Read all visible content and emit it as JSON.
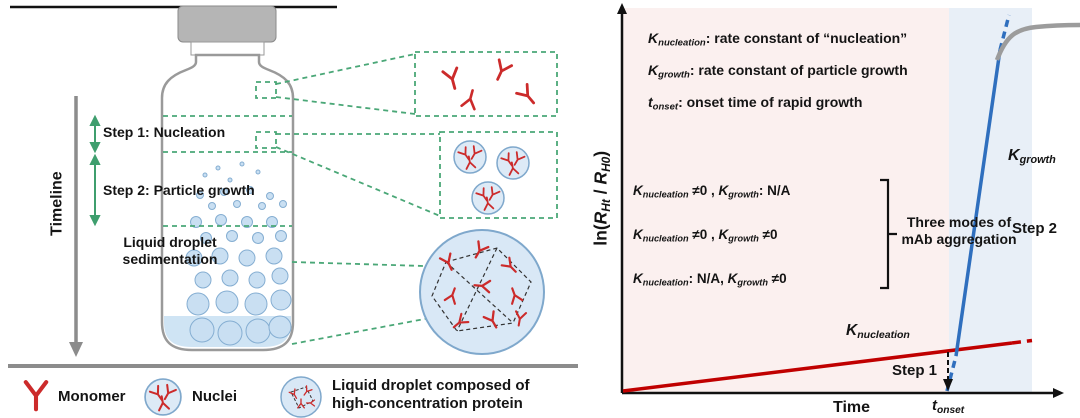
{
  "left": {
    "timeline_label": "Timeline",
    "step1_label": "Step 1: Nucleation",
    "step2_label": "Step 2: Particle growth",
    "sediment_line1": "Liquid droplet",
    "sediment_line2": "sedimentation",
    "legend": {
      "monomer_label": "Monomer",
      "nuclei_label": "Nuclei",
      "droplet_line1": "Liquid droplet composed of",
      "droplet_line2": "high-concentration protein"
    },
    "icons": {
      "monomer": "red-y-monomer-icon",
      "nuclei": "nucleus-cluster-icon",
      "droplet": "protein-droplet-icon"
    }
  },
  "chart": {
    "ylabel": {
      "prefix": "ln(",
      "r1": "R",
      "r1sub": "Ht",
      "sep": " / ",
      "r2": "R",
      "r2sub": "H0",
      "suffix": ")"
    },
    "xlabel": "Time",
    "defs": [
      {
        "sym": "K",
        "sub": "nucleation",
        "rest": ": rate constant of “nucleation”"
      },
      {
        "sym": "K",
        "sub": "growth",
        "rest": ": rate constant of particle growth"
      },
      {
        "sym": "t",
        "sub": "onset",
        "rest": ": onset time of rapid growth"
      }
    ],
    "modes": [
      {
        "a_sym": "K",
        "a_sub": "nucleation",
        "a_rest": " ≠0 , ",
        "b_sym": "K",
        "b_sub": "growth",
        "b_rest": ": N/A"
      },
      {
        "a_sym": "K",
        "a_sub": "nucleation",
        "a_rest": " ≠0 , ",
        "b_sym": "K",
        "b_sub": "growth",
        "b_rest": " ≠0"
      },
      {
        "a_sym": "K",
        "a_sub": "nucleation",
        "a_rest": ": N/A, ",
        "b_sym": "K",
        "b_sub": "growth",
        "b_rest": " ≠0"
      }
    ],
    "modes_note": {
      "line1": "Three modes of",
      "line2": "mAb aggregation"
    },
    "k_nucleation": {
      "sym": "K",
      "sub": "nucleation"
    },
    "k_growth": {
      "sym": "K",
      "sub": "growth"
    },
    "t_onset": {
      "sym": "t",
      "sub": "onset"
    },
    "step1_label": "Step 1",
    "step2_label": "Step 2",
    "colors": {
      "nucleation_line": "#c00000",
      "growth_line": "#2f6fbe",
      "plateau_curve": "#9c9c9c",
      "nucleation_region_bg": "#fbf0ef",
      "growth_region_bg": "#e8eff7",
      "annotation_green": "#4aa777",
      "monomer_red": "#cc2b2b",
      "droplet_fill": "#d9e8f6"
    }
  }
}
